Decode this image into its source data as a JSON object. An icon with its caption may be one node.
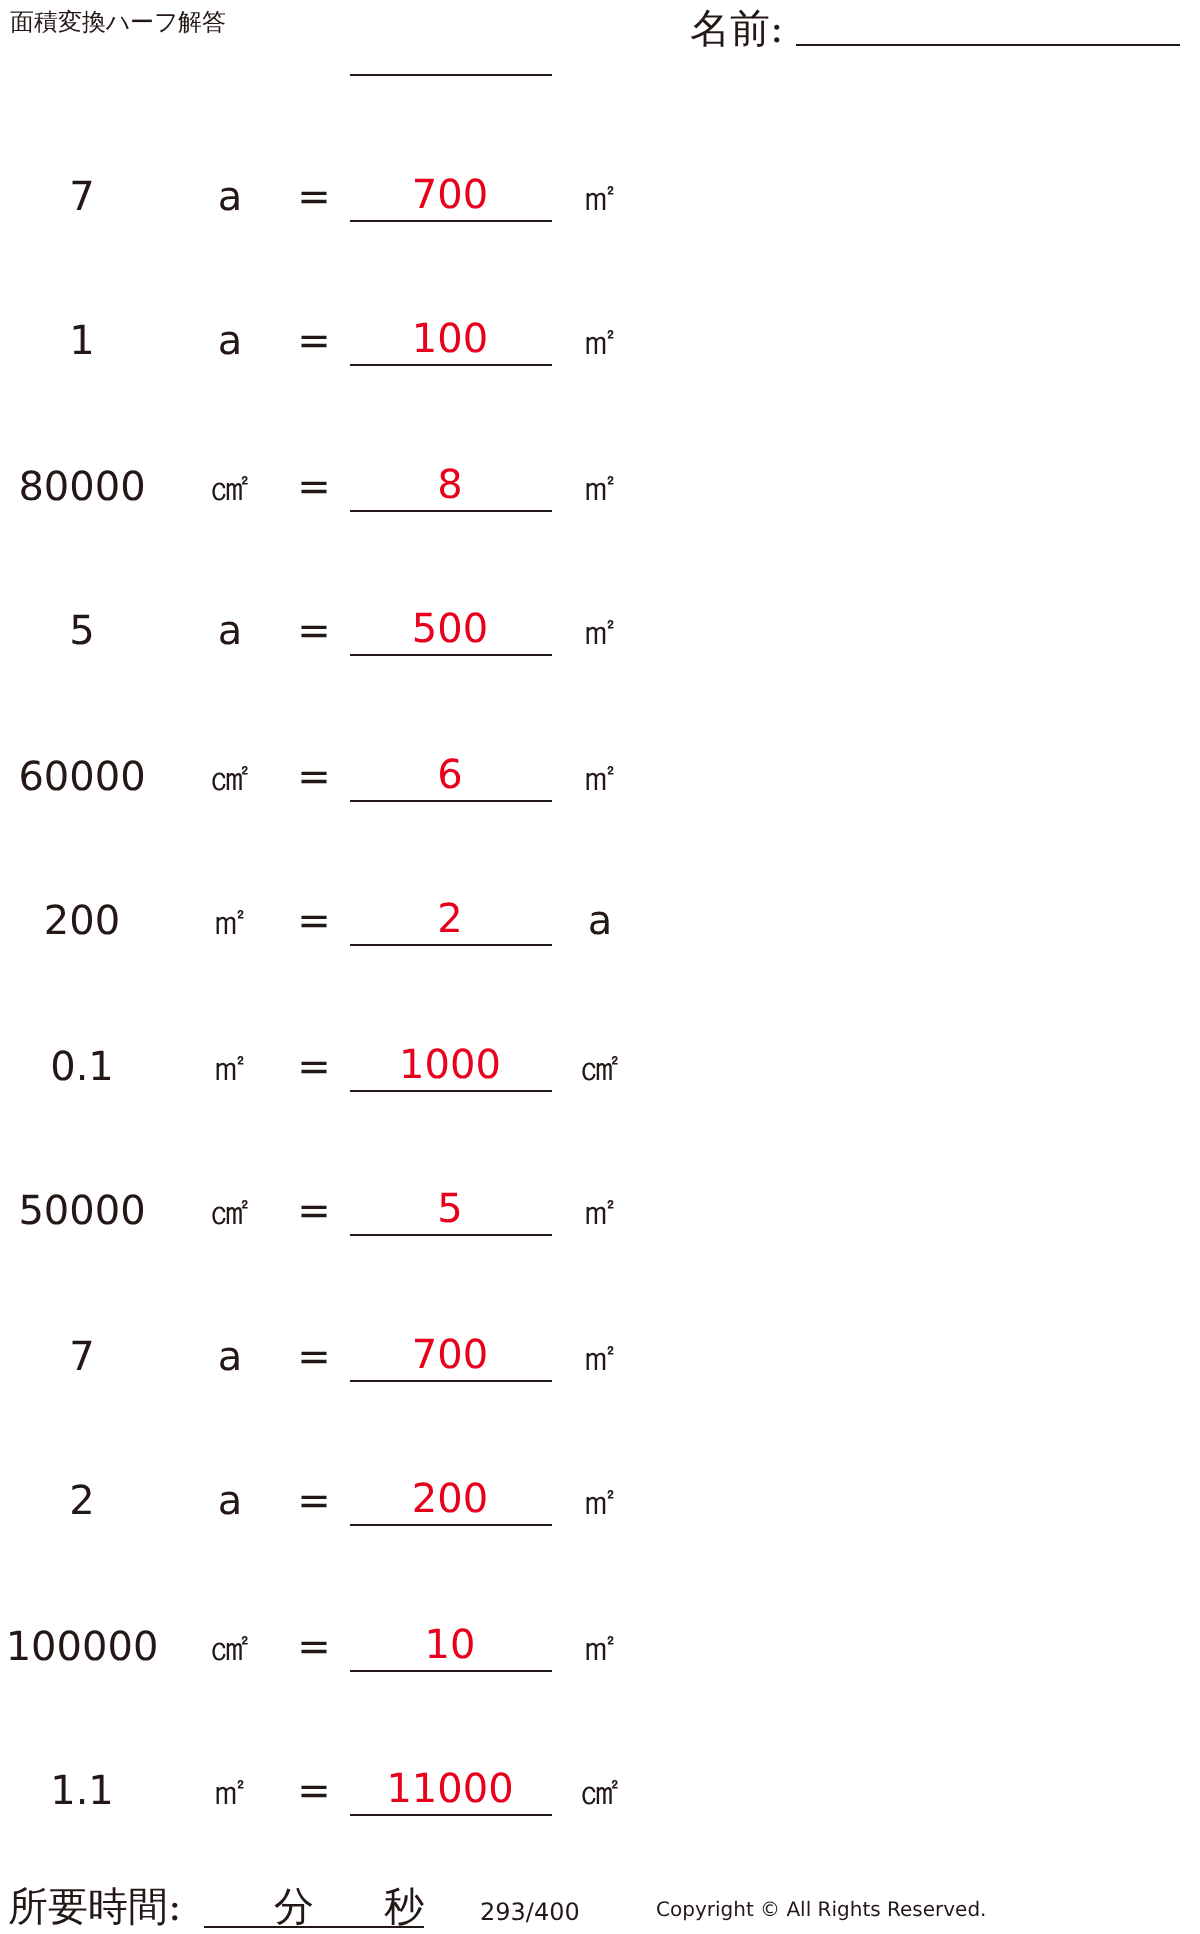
{
  "diagram": {
    "title": "面積変換ハーフ解答",
    "labels": [
      "名前:",
      "7",
      "a",
      "=",
      "700",
      "㎡",
      "1",
      "a",
      "=",
      "100",
      "㎡",
      "80000",
      "㎠",
      "=",
      "8",
      "㎡",
      "5",
      "a",
      "=",
      "500",
      "㎡",
      "60000",
      "㎠",
      "=",
      "6",
      "㎡",
      "200",
      "㎡",
      "=",
      "2",
      "a",
      "0.1",
      "㎡",
      "=",
      "1000",
      "㎠",
      "50000",
      "㎠",
      "=",
      "5",
      "㎡",
      "7",
      "a",
      "=",
      "700",
      "㎡",
      "2",
      "a",
      "=",
      "200",
      "㎡",
      "100000",
      "㎠",
      "=",
      "10",
      "㎡",
      "1.1",
      "㎡",
      "=",
      "11000",
      "㎠",
      "所要時間:",
      "分",
      "秒",
      "293/400",
      "Copyright © All Rights Reserved."
    ]
  }
}
